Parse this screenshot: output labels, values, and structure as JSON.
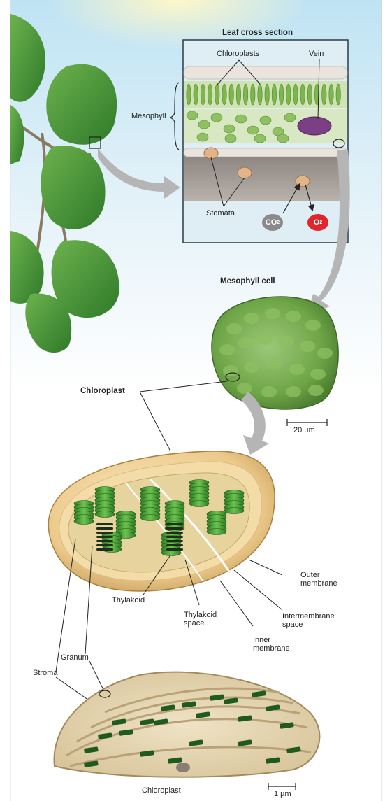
{
  "labels": {
    "leaf_cross_section": "Leaf cross section",
    "chloroplasts": "Chloroplasts",
    "vein": "Vein",
    "mesophyll": "Mesophyll",
    "stomata": "Stomata",
    "co2": "CO",
    "co2_sub": "2",
    "o2": "O",
    "o2_sub": "2",
    "mesophyll_cell": "Mesophyll cell",
    "scale_20um": "20 µm",
    "chloroplast_label": "Chloroplast",
    "outer_membrane_1": "Outer",
    "outer_membrane_2": "membrane",
    "intermembrane_1": "Intermembrane",
    "intermembrane_2": "space",
    "inner_membrane_1": "Inner",
    "inner_membrane_2": "membrane",
    "thylakoid": "Thylakoid",
    "thylakoid_space_1": "Thylakoid",
    "thylakoid_space_2": "space",
    "granum": "Granum",
    "stroma": "Stroma",
    "chloroplast_bottom": "Chloroplast",
    "scale_1um": "1 µm"
  },
  "colors": {
    "leaf": "#4f9a3a",
    "cell_green": "#6fa84a",
    "chloroplast_envelope": "#e8c98a",
    "granum_green": "#3f9a2f",
    "co2_bubble": "#8a8a8a",
    "o2_bubble": "#e0262b",
    "vein_purple": "#7b3f86",
    "arrow_gray": "#b5b5b5"
  }
}
